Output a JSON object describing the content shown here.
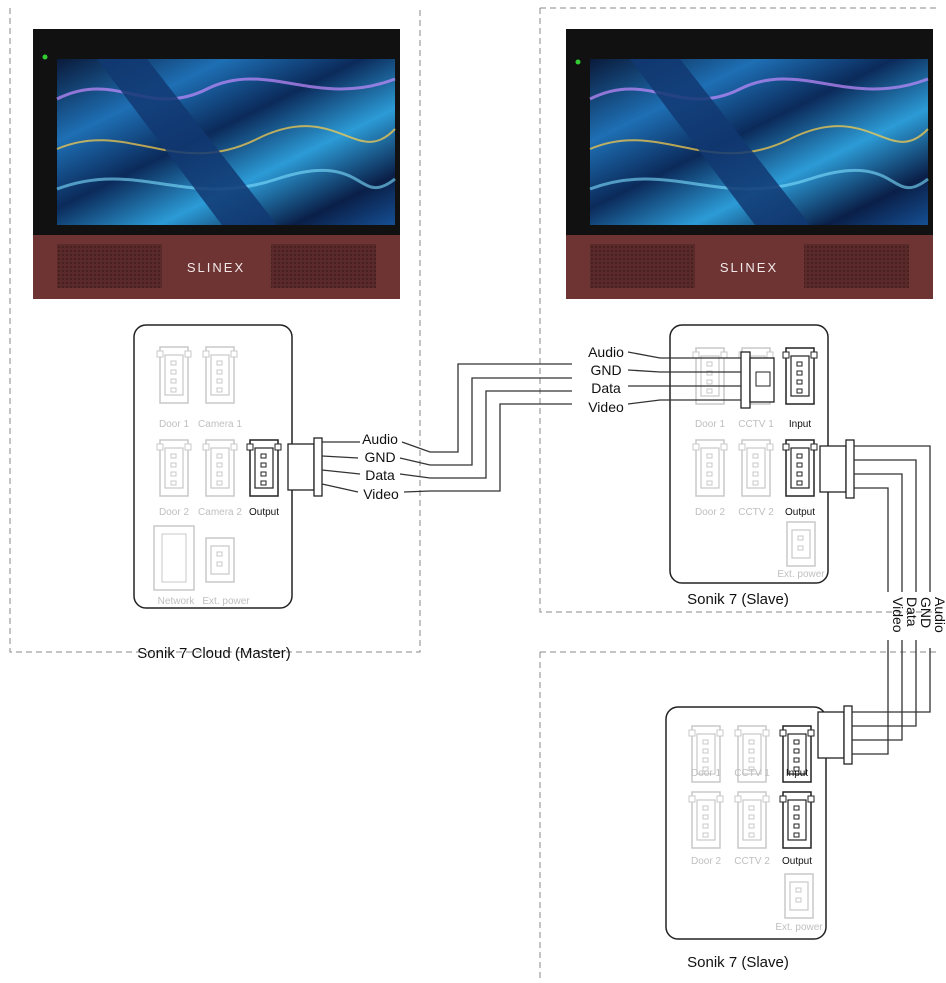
{
  "colors": {
    "panel_bezel": "#111111",
    "panel_speaker": "#6e3434",
    "power_led": "#33cc33",
    "wire": "#333333",
    "port_active": "#222222",
    "port_inactive": "#c8c8c8",
    "divider": "#888888"
  },
  "brand": "SLINEX",
  "master": {
    "caption": "Sonik 7 Cloud (Master)",
    "ports": {
      "door1": "Door 1",
      "camera1": "Camera 1",
      "door2": "Door 2",
      "camera2": "Camera 2",
      "output": "Output",
      "network": "Network",
      "ext_power": "Ext. power"
    },
    "wires": [
      "Audio",
      "GND",
      "Data",
      "Video"
    ]
  },
  "slave1": {
    "caption": "Sonik 7 (Slave)",
    "ports": {
      "door1": "Door 1",
      "cctv1": "CCTV 1",
      "input": "Input",
      "door2": "Door 2",
      "cctv2": "CCTV 2",
      "output": "Output",
      "ext_power": "Ext. power"
    },
    "wires": [
      "Audio",
      "GND",
      "Data",
      "Video"
    ],
    "output_wires": [
      "Audio",
      "GND",
      "Data",
      "Video"
    ]
  },
  "slave2": {
    "caption": "Sonik 7 (Slave)",
    "ports": {
      "door1": "Door 1",
      "cctv1": "CCTV 1",
      "input": "Input",
      "door2": "Door 2",
      "cctv2": "CCTV 2",
      "output": "Output",
      "ext_power": "Ext. power"
    }
  }
}
